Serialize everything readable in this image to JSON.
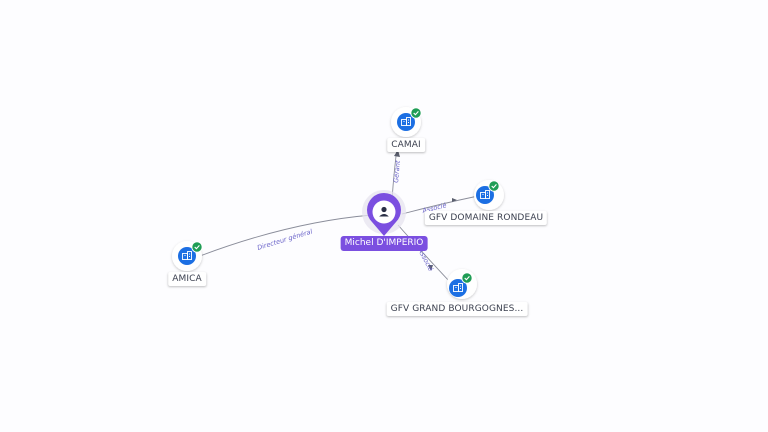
{
  "center": {
    "name": "Michel D'IMPERIO",
    "icon": "person-icon"
  },
  "companies": [
    {
      "id": "camai",
      "name": "CAMAI",
      "role": "Gérant",
      "icon": "building-icon",
      "status_icon": "check-badge-icon"
    },
    {
      "id": "gfv-domaine-rondeau",
      "name": "GFV DOMAINE RONDEAU",
      "role": "Associé",
      "icon": "building-icon",
      "status_icon": "check-badge-icon"
    },
    {
      "id": "gfv-grand-bourgognes",
      "name": "GFV GRAND BOURGOGNES...",
      "role": "Associé",
      "icon": "building-icon",
      "status_icon": "check-badge-icon"
    },
    {
      "id": "amica",
      "name": "AMICA",
      "role": "Directeur général",
      "icon": "building-icon",
      "status_icon": "check-badge-icon"
    }
  ],
  "colors": {
    "person": "#7b4fe0",
    "company": "#1c6fe3",
    "badge": "#1f9d55",
    "edge": "#7a7d8c",
    "edge_label": "#6a63c9"
  }
}
